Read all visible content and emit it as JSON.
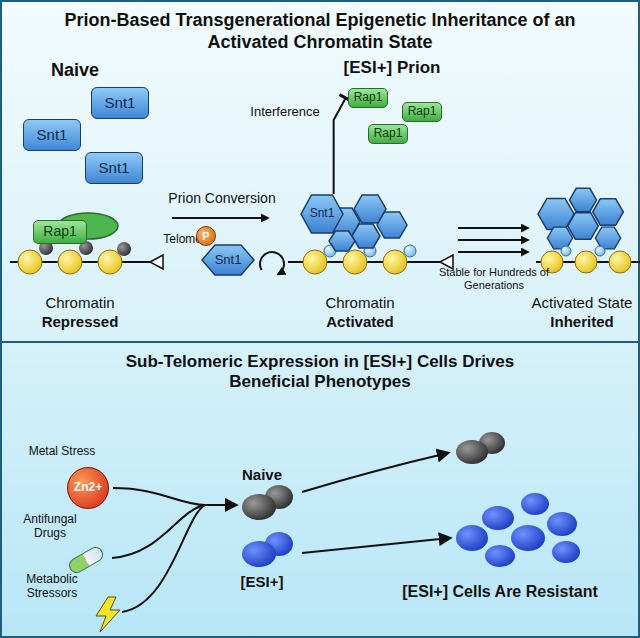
{
  "diagram": {
    "title": "Prion-Based Transgenerational Epigenetic Inheritance of an Activated Chromatin State",
    "nodes": [
      {
        "text": [
          "Snt1"
        ]
      },
      {
        "text": [
          "Snt1"
        ]
      },
      {
        "text": [
          "Snt1"
        ]
      },
      {
        "text": [
          "Rap1"
        ]
      },
      {
        "text": [
          "P"
        ]
      },
      {
        "text": [
          "Snt1"
        ]
      },
      {
        "text": [
          "Rap1"
        ]
      },
      {
        "text": [
          "Rap1"
        ]
      },
      {
        "text": [
          "Rap1"
        ]
      },
      {
        "text": [
          "Snt1"
        ]
      },
      {
        "text": [
          "Zn2+"
        ]
      }
    ],
    "edges": [
      {
        "from": 9,
        "to": 6,
        "arrow": "to"
      }
    ],
    "labels": [
      "Naive",
      "Telomere",
      "Chromatin",
      "Repressed",
      "Prion Conversion",
      "Interference",
      "[ESI+] Prion",
      "Chromatin",
      "Activated",
      "Stable for Hundreds of Generations",
      "Activated State",
      "Inherited",
      "Sub-Telomeric Expression in [ESI+] Cells Drives Beneficial Phenotypes",
      "Metal Stress",
      "Antifungal Drugs",
      "Metabolic Stressors",
      "Naive",
      "[ESI+]",
      "[ESI+] Cells Are Resistant"
    ]
  }
}
